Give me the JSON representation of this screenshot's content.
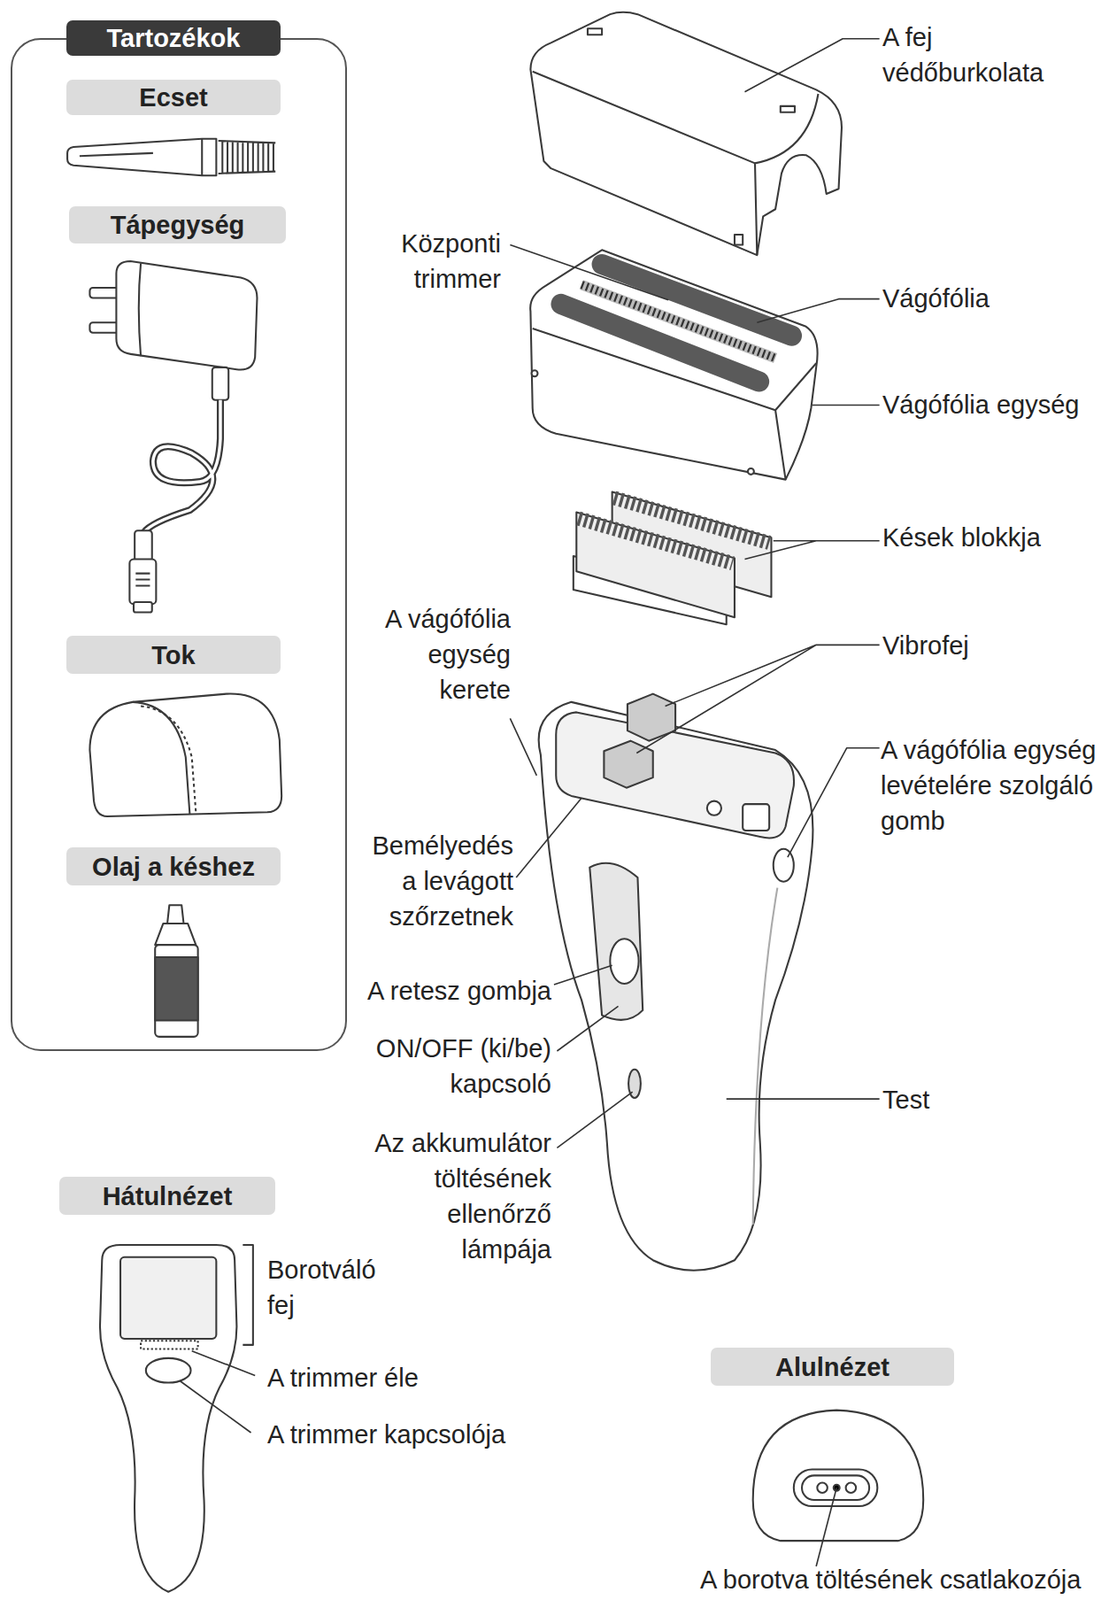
{
  "diagram": {
    "nodes": [
      {
        "text": [
          "Tartozékok"
        ]
      },
      {
        "text": [
          "Ecset"
        ],
        "in": 0
      },
      {
        "text": [
          "Tápegység"
        ],
        "in": 0
      },
      {
        "text": [
          "Tok"
        ],
        "in": 0
      },
      {
        "text": [
          "Olaj a késhez"
        ],
        "in": 0
      },
      {
        "text": [
          "Hátulnézet"
        ]
      },
      {
        "text": [
          "Alulnézet"
        ]
      }
    ],
    "labels": [
      "A fej védőburkolata",
      "Központi trimmer",
      "Vágófólia",
      "Vágófólia egység",
      "Kések blokkja",
      "A vágófólia egység kerete",
      "Vibrofej",
      "A vágófólia egység levételére szolgáló gomb",
      "Bemélyedés a levágott szőrzetnek",
      "A retesz gombja",
      "ON/OFF (ki/be) kapcsoló",
      "Test",
      "Az akkumulátor töltésének ellenőrző lámpája",
      "Borotváló fej",
      "A trimmer éle",
      "A trimmer kapcsolója",
      "A borotva töltésének csatlakozója"
    ]
  }
}
